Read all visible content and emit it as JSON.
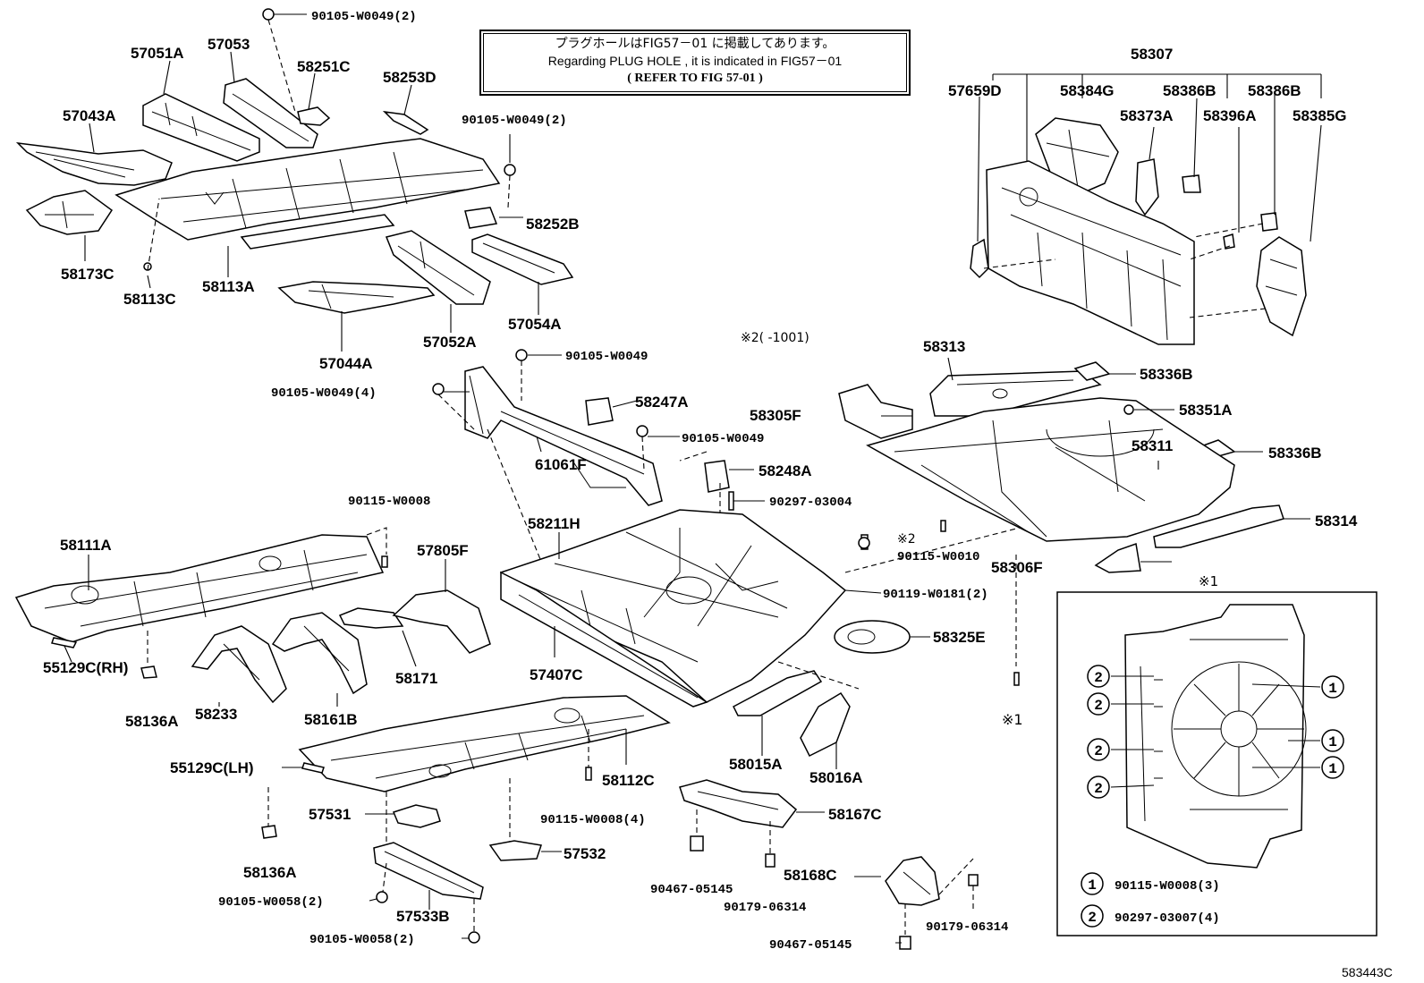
{
  "note": {
    "line1": "プラグホールはFIG57－01 に掲載してあります。",
    "line2": "Regarding  PLUG HOLE , it is  indicated  in  FIG57－01",
    "line3": "( REFER TO FIG 57-01 )"
  },
  "figure_code": "583443C",
  "inset": {
    "title": "※1",
    "legend": [
      {
        "marker": "1",
        "part": "90115-W0008(3)"
      },
      {
        "marker": "2",
        "part": "90297-03007(4)"
      }
    ]
  },
  "annotations": {
    "ref2_range": "※2(     -1001)",
    "ref2_marker": "※2",
    "ref1_marker": "※1"
  },
  "labels": {
    "l90105_w0049_2a": "90105-W0049(2)",
    "l57051a": "57051A",
    "l57053": "57053",
    "l58251c": "58251C",
    "l58253d": "58253D",
    "l57043a": "57043A",
    "l90105_w0049_2b": "90105-W0049(2)",
    "l58252b": "58252B",
    "l58173c": "58173C",
    "l58113c": "58113C",
    "l58113a": "58113A",
    "l57054a": "57054A",
    "l57044a": "57044A",
    "l57052a": "57052A",
    "l58307": "58307",
    "l57659d": "57659D",
    "l58384g": "58384G",
    "l58386b_1": "58386B",
    "l58386b_2": "58386B",
    "l58373a": "58373A",
    "l58396a": "58396A",
    "l58385g": "58385G",
    "l90105_w0049_a": "90105-W0049",
    "l90105_w0049_4": "90105-W0049(4)",
    "l58247a": "58247A",
    "l90105_w0049_b": "90105-W0049",
    "l61061f": "61061F",
    "l58248a": "58248A",
    "l90297_03004": "90297-03004",
    "l58313": "58313",
    "l58336b_1": "58336B",
    "l58305f": "58305F",
    "l58351a": "58351A",
    "l58311": "58311",
    "l58336b_2": "58336B",
    "l58314": "58314",
    "l90115_w0010": "90115-W0010",
    "l58306f": "58306F",
    "l90115_w0008": "90115-W0008",
    "l58111a": "58111A",
    "l57805f": "57805F",
    "l58211h": "58211H",
    "l90119_w0181_2": "90119-W0181(2)",
    "l58325e": "58325E",
    "l55129c_rh": "55129C(RH)",
    "l58136a_1": "58136A",
    "l58233": "58233",
    "l58161b": "58161B",
    "l58171": "58171",
    "l57407c": "57407C",
    "l58015a": "58015A",
    "l58016a": "58016A",
    "l55129c_lh": "55129C(LH)",
    "l58112c": "58112C",
    "l90115_w0008_4": "90115-W0008(4)",
    "l57531": "57531",
    "l58136a_2": "58136A",
    "l57532": "57532",
    "l58167c": "58167C",
    "l90467_05145_a": "90467-05145",
    "l90179_06314_a": "90179-06314",
    "l58168c": "58168C",
    "l90105_w0058_2a": "90105-W0058(2)",
    "l57533b": "57533B",
    "l90105_w0058_2b": "90105-W0058(2)",
    "l90179_06314_b": "90179-06314",
    "l90467_05145_b": "90467-05145"
  }
}
